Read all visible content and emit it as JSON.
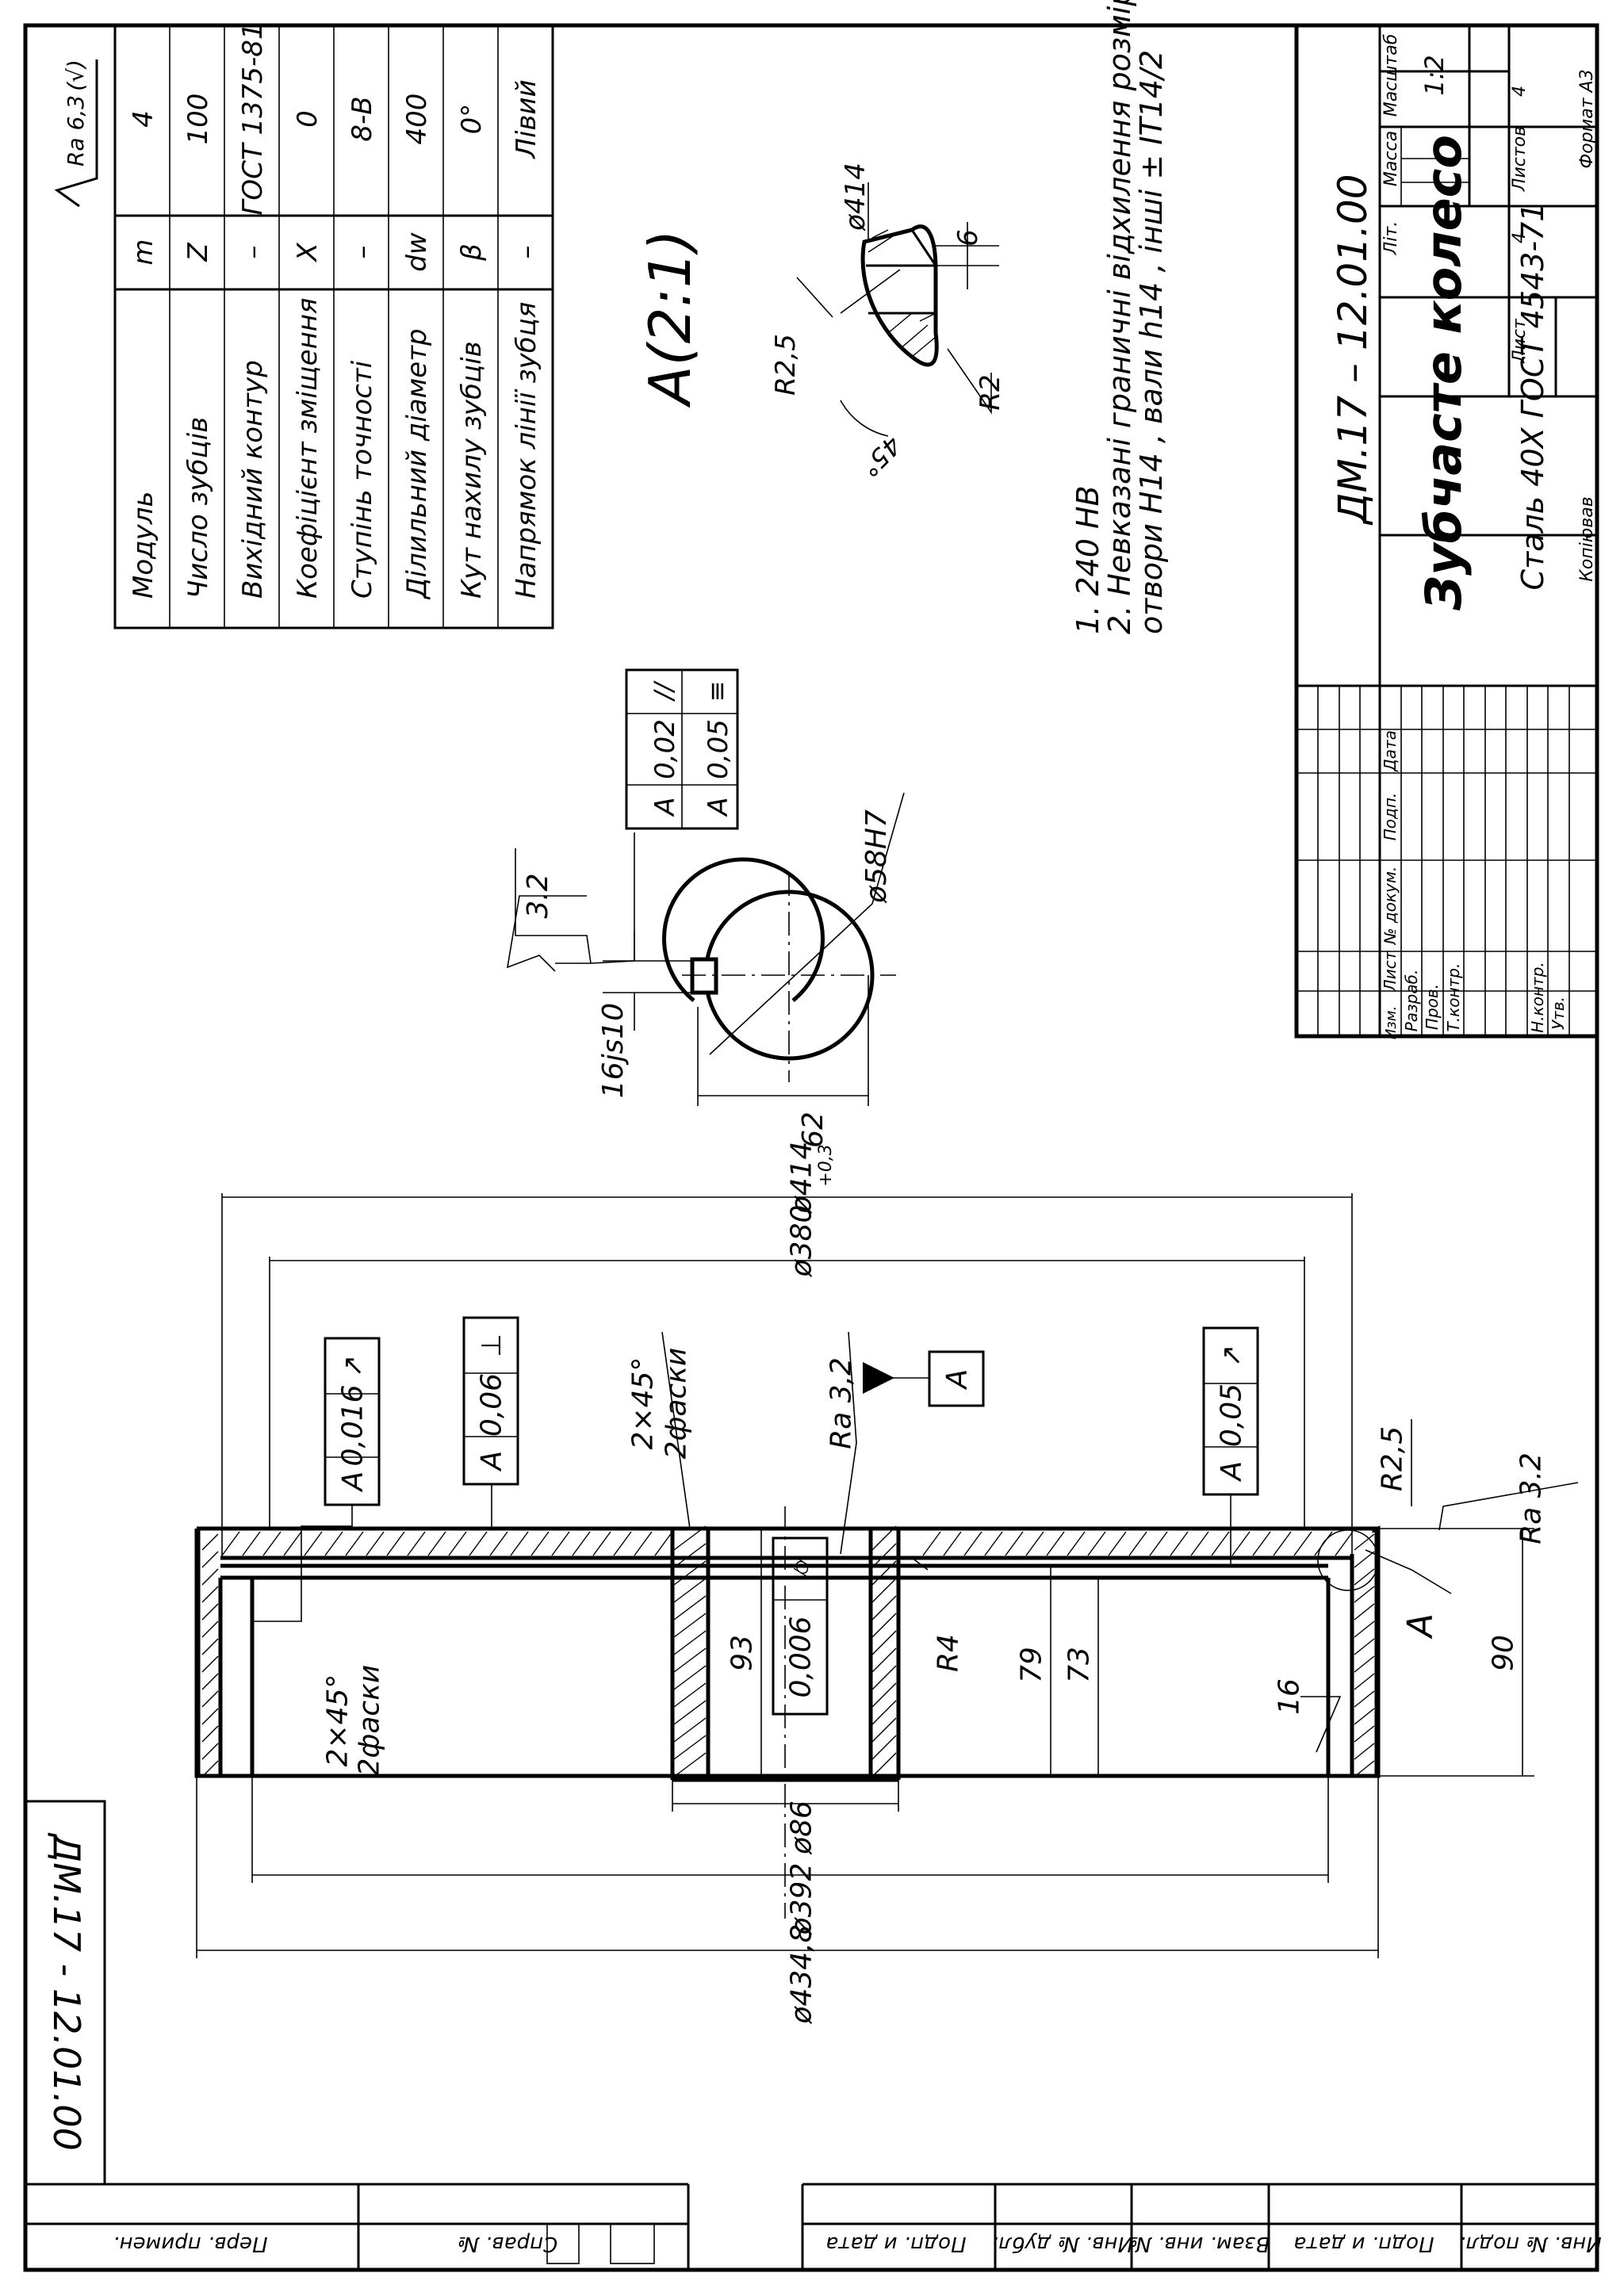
{
  "drawing": {
    "designation": "ДМ.17 – 12.01.00",
    "designation_margin": "ДМ.17 - 12.01.00",
    "part_name": "Зубчасте колесо",
    "material": "Сталь 40Х ГОСТ 4543-71",
    "scale": "1:2",
    "sheet": "4",
    "sheets": "4",
    "format": "Формат   А3",
    "copied": "Копіював"
  },
  "title_block_labels": {
    "lit": "Літ.",
    "mass": "Масса",
    "scale": "Масштаб",
    "sheet": "Лист",
    "sheets": "Листов",
    "change": "Изм.",
    "list": "Лист",
    "doc_no": "№ докум.",
    "sign": "Подп.",
    "date": "Дата",
    "developed": "Разраб.",
    "checked": "Пров.",
    "tech_control": "Т.контр.",
    "norm_control": "Н.контр.",
    "approved": "Утв."
  },
  "left_strip": {
    "first_use": "Перв. примен.",
    "ref_no": "Справ. №",
    "sign_date": "Подп. и дата",
    "inv_dup": "Инв. № дубл.",
    "vzam_inv": "Взам. инв. №",
    "sign_date_2": "Подп. и дата",
    "inv_orig": "Инв. № подл."
  },
  "roughness_general": {
    "symbol": "√",
    "value": "Ra 6,3",
    "suffix": "(√)"
  },
  "parameters_table": {
    "rows": [
      {
        "name": "Модуль",
        "symbol": "m",
        "value": "4"
      },
      {
        "name": "Число зубців",
        "symbol": "Z",
        "value": "100"
      },
      {
        "name": "Вихідний контур",
        "symbol": "–",
        "value": "ГОСТ 1375-81"
      },
      {
        "name": "Коефіцієнт зміщення",
        "symbol": "X",
        "value": "0"
      },
      {
        "name": "Ступінь точності",
        "symbol": "–",
        "value": "8-В"
      },
      {
        "name": "Ділильний діаметр",
        "symbol": "dw",
        "value": "400"
      },
      {
        "name": "Кут нахилу зубців",
        "symbol": "β",
        "value": "0°"
      },
      {
        "name": "Напрямок лінії зубця",
        "symbol": "–",
        "value": "Лівий"
      }
    ]
  },
  "notes": {
    "line1": "1. 240 HB",
    "line2": "2. Невказані граничні відхилення розмірів:",
    "line3": "отвори H14 , вали h14 , інші ± IT14/2"
  },
  "detail": {
    "title": "A(2:1)",
    "dims": {
      "d414": "ø414",
      "six": "6",
      "r25": "R2,5",
      "r2": "R2",
      "angle": "45°"
    }
  },
  "keyway_view": {
    "bore": "ø58H7",
    "width": "16js10",
    "depth": "62",
    "depth_tol": "+0,3",
    "roughness": "3.2",
    "tol1": {
      "symbol": "//",
      "value": "0,02",
      "datum": "A"
    },
    "tol2": {
      "symbol": "≡",
      "value": "0,05",
      "datum": "A"
    }
  },
  "main_view": {
    "dims": {
      "d414": "ø414",
      "d380": "ø380",
      "d392": "ø392",
      "d4348": "ø434,8",
      "d86": "ø86",
      "d93": "93",
      "d79": "79",
      "d73": "73",
      "d90": "90",
      "d16": "16",
      "r4": "R4",
      "r25": "R2,5",
      "chamfer1": "2×45°",
      "chamfer1b": "2фаски",
      "chamfer2": "2×45°",
      "chamfer2b": "2фаски",
      "ra_hub": "Ra 3,2",
      "ra_rim": "Ra 3.2",
      "datum": "A",
      "section_mark": "A"
    },
    "tolerances": [
      {
        "symbol": "↗",
        "value": "0,016",
        "datum": "A"
      },
      {
        "symbol": "⊥",
        "value": "0,06",
        "datum": "A"
      },
      {
        "symbol": "↗",
        "value": "0,05",
        "datum": "A"
      },
      {
        "symbol": "⌭",
        "value": "0,006",
        "datum": ""
      }
    ]
  }
}
